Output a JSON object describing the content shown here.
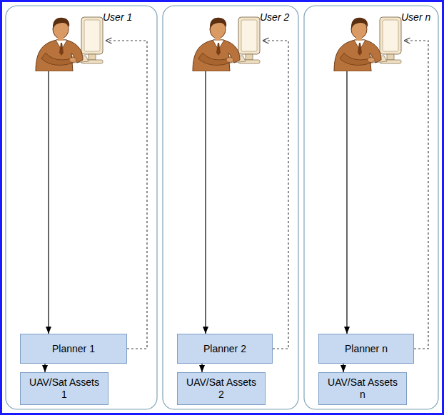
{
  "diagram": {
    "nodes": [
      {
        "text": [
          "User 1"
        ]
      },
      {
        "text": [
          "Planner 1"
        ]
      },
      {
        "text": [
          "UAV/Sat Assets 1"
        ]
      },
      {
        "text": [
          "User 2"
        ]
      },
      {
        "text": [
          "Planner 2"
        ]
      },
      {
        "text": [
          "UAV/Sat Assets 2"
        ]
      },
      {
        "text": [
          "User n"
        ]
      },
      {
        "text": [
          "Planner n"
        ]
      },
      {
        "text": [
          "UAV/Sat Assets n"
        ]
      }
    ],
    "edges": [
      {
        "from": 0,
        "to": 1,
        "arrow": "to"
      },
      {
        "from": 1,
        "to": 0,
        "arrow": "to"
      },
      {
        "from": 1,
        "to": 2,
        "arrow": "to"
      },
      {
        "from": 3,
        "to": 4,
        "arrow": "to"
      },
      {
        "from": 4,
        "to": 3,
        "arrow": "to"
      },
      {
        "from": 4,
        "to": 5,
        "arrow": "to"
      },
      {
        "from": 6,
        "to": 7,
        "arrow": "to"
      },
      {
        "from": 7,
        "to": 6,
        "arrow": "to"
      },
      {
        "from": 7,
        "to": 8,
        "arrow": "to"
      }
    ]
  }
}
